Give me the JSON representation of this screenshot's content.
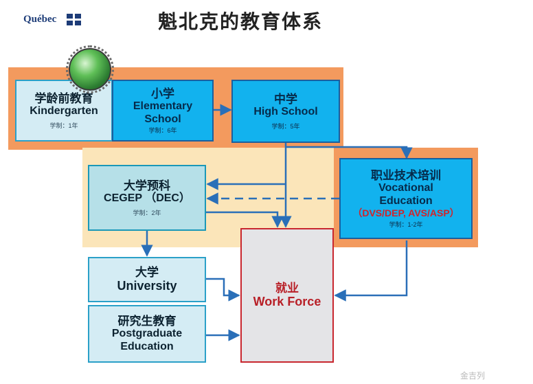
{
  "header": {
    "logo_text": "Québec",
    "title": "魁北克的教育体系"
  },
  "icons": {
    "logo_flag": "fleur-de-lis-flag-icon",
    "globe": "globe-icon"
  },
  "colors": {
    "orange_band": "#f39a5e",
    "cream_band": "#fbe5b9",
    "blue_box": "#12b2ee",
    "work_force_text": "#b81f27"
  },
  "nodes": {
    "kindergarten": {
      "zh": "学龄前教育",
      "en": "Kindergarten",
      "duration": "学制：1年"
    },
    "elementary": {
      "zh": "小学",
      "en_line1": "Elementary",
      "en_line2": "School",
      "duration": "学制：6年"
    },
    "high_school": {
      "zh": "中学",
      "en": "High School",
      "duration": "学制：5年"
    },
    "cegep": {
      "zh": "大学预科",
      "en": "CEGEP （DEC）",
      "duration": "学制：2年"
    },
    "vocational": {
      "zh": "职业技术培训",
      "en_line1": "Vocational",
      "en_line2": "Education",
      "programs": "（DVS/DEP, AVS/ASP）",
      "duration": "学制：1-2年"
    },
    "university": {
      "zh": "大学",
      "en": "University"
    },
    "postgraduate": {
      "zh": "研究生教育",
      "en_line1": "Postgraduate",
      "en_line2": "Education"
    },
    "work_force": {
      "zh": "就业",
      "en": "Work Force"
    }
  },
  "watermark": "金吉列"
}
